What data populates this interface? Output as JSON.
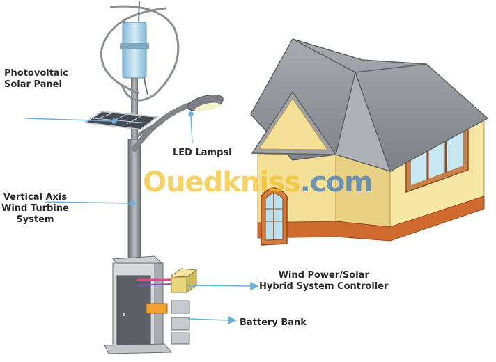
{
  "labels": {
    "solar_panel": [
      "Photovoltaic",
      "Solar Panel"
    ],
    "led_lamp": "LED Lampsl",
    "wind_turbine": [
      "Vertical Axis",
      "Wind Turbine",
      "System"
    ],
    "controller": [
      "Wind Power/Solar",
      "Hybrid System Controller"
    ],
    "battery": "Battery Bank"
  },
  "watermark": {
    "part1": "Ouedkniss",
    "part2": ".com"
  },
  "colors": {
    "roof": "#8c9095",
    "wall": "#f3df96",
    "base": "#cf6a2f",
    "pole": "#8f9499",
    "leader": "#6ab0d8",
    "turbine_blue": "#a8d3e8"
  }
}
